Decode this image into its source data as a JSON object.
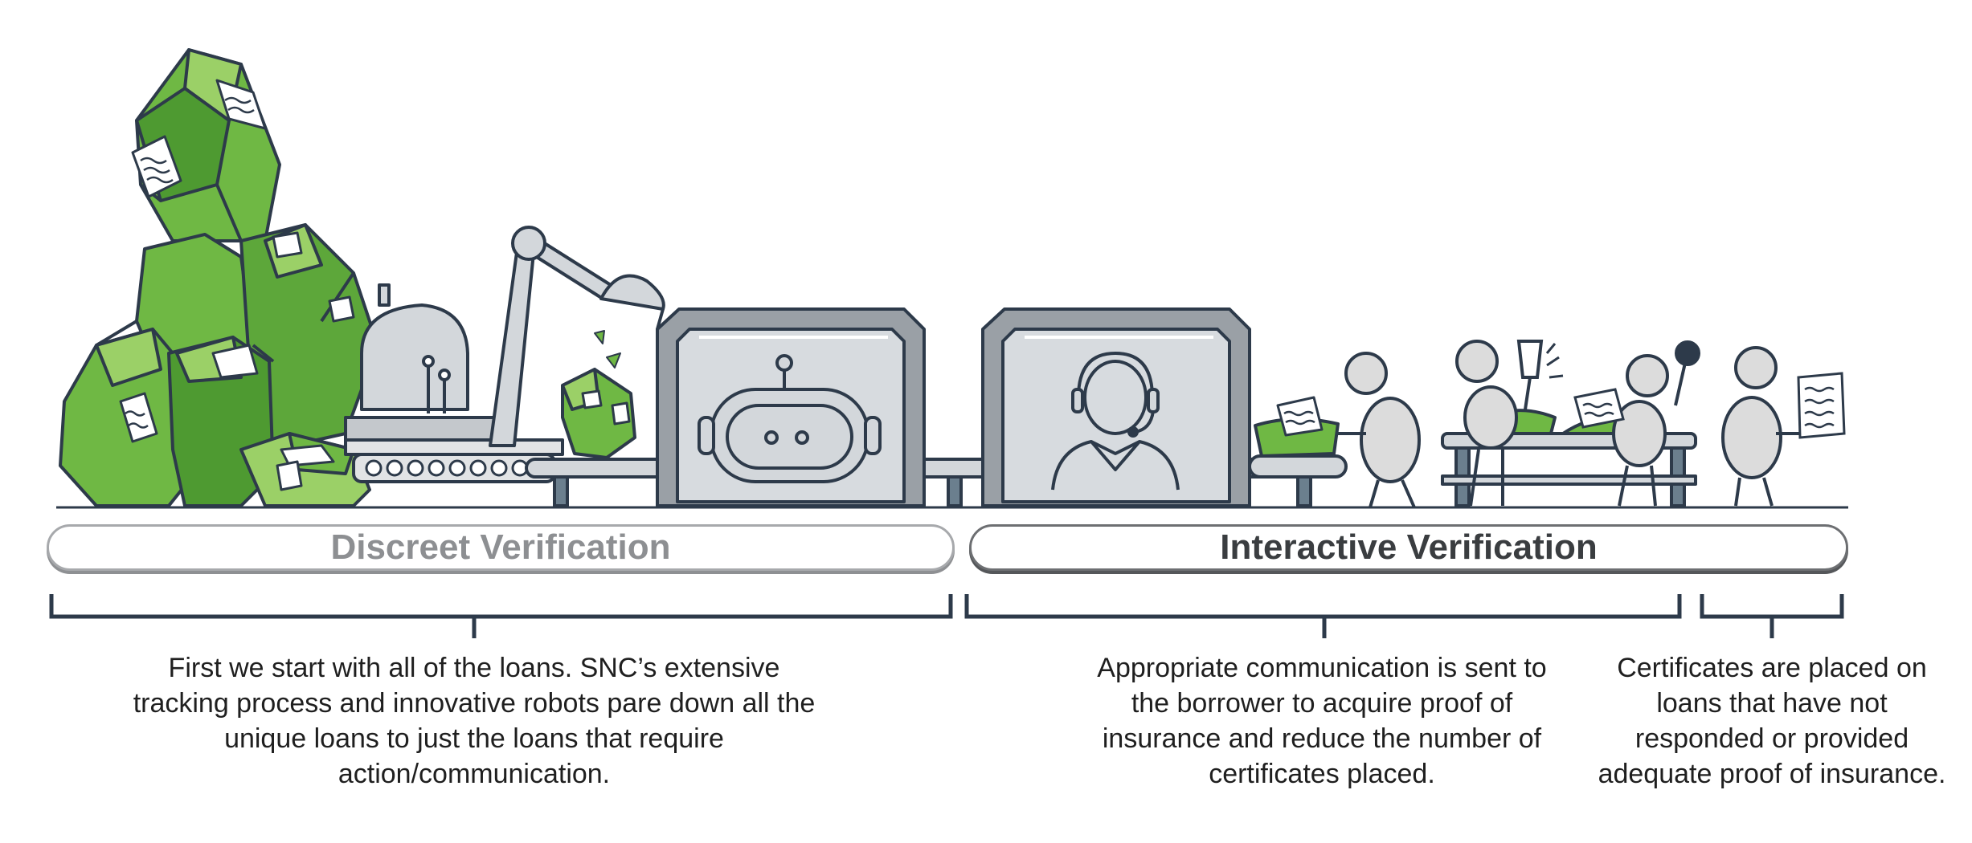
{
  "stages": {
    "discreet_label": "Discreet Verification",
    "interactive_label": "Interactive Verification"
  },
  "captions": {
    "discreet": "First we start with all of the loans. SNC’s extensive tracking process and innovative robots pare down all the unique loans to just the loans that require action/communication.",
    "communication": "Appropriate communication is sent to the borrower to acquire proof of insurance and reduce the number of certificates placed.",
    "certificates": "Certificates are placed on loans that have not responded or provided adequate proof of insurance."
  },
  "colors": {
    "outline": "#2d3a4a",
    "green_light": "#9bd067",
    "green_mid": "#6fb844",
    "green_dark": "#4e9a31",
    "machine_gray": "#d3d7db",
    "frame_gray": "#9aa0a6",
    "figure_gray": "#dcdcdc"
  },
  "icons": {
    "robot": "robot-face-icon",
    "agent": "headset-agent-icon"
  }
}
